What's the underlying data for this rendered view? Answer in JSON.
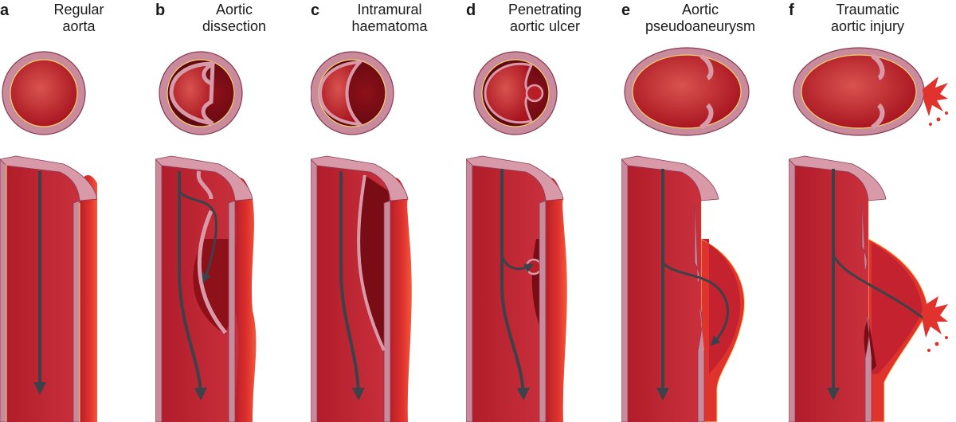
{
  "panels": [
    {
      "letter": "a",
      "line1": "Regular",
      "line2": "aorta"
    },
    {
      "letter": "b",
      "line1": "Aortic",
      "line2": "dissection"
    },
    {
      "letter": "c",
      "line1": "Intramural",
      "line2": "haematoma"
    },
    {
      "letter": "d",
      "line1": "Penetrating",
      "line2": "aortic ulcer"
    },
    {
      "letter": "e",
      "line1": "Aortic",
      "line2": "pseudoaneurysm"
    },
    {
      "letter": "f",
      "line1": "Traumatic",
      "line2": "aortic injury"
    }
  ],
  "colors": {
    "wall": "#c98a9c",
    "lumen": "#c4222f",
    "blood_dark": "#7a0c15",
    "vessel_outer": "#e0332e",
    "intima_line": "#f4d36a",
    "arrow": "#3b4249",
    "text": "#1a1a1a"
  }
}
